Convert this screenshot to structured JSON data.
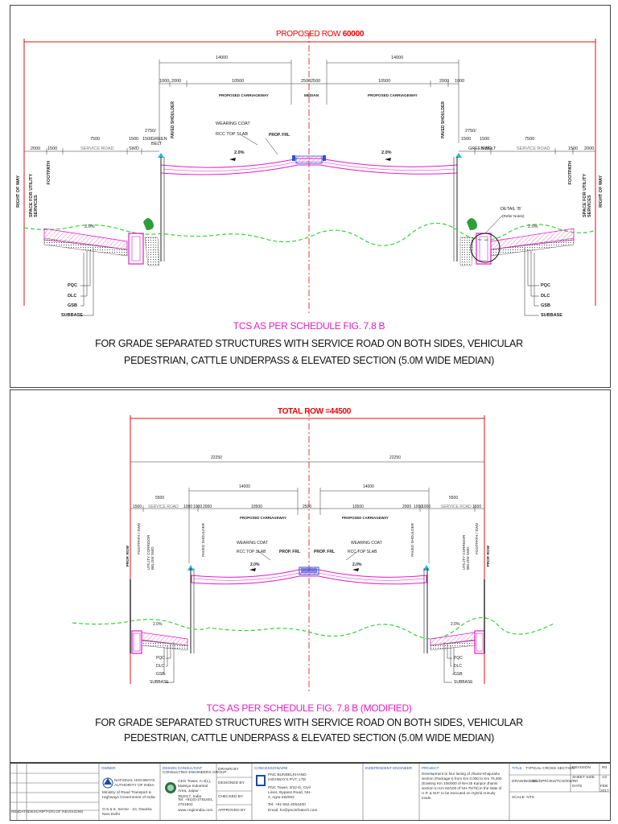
{
  "top_drawing": {
    "rows_label": "PROPOSED ROW",
    "rows_value": "60000",
    "dims_top": [
      "14000",
      "14000"
    ],
    "dims_lanes": [
      "1000",
      "2000",
      "10500",
      "2500",
      "2500",
      "10500",
      "2000",
      "1000"
    ],
    "carriageway_left": "PROPOSED CARRIAGEWAY",
    "carriageway_right": "PROPOSED CARRIAGEWAY",
    "median": "MEDIAN",
    "paved_shoulder": "PAVED SHOULDER",
    "wearing_coat": "WEARING COAT",
    "rcc_top_slab": "RCC TOP SLAB",
    "prop_frl": "PROP. FRL",
    "slope_labels": [
      "2.0%",
      "2.0%",
      "2.0%",
      "2.0%"
    ],
    "left_dims": [
      "2000",
      "1500",
      "7500",
      "1500",
      "1500",
      "2750/"
    ],
    "left_names": [
      "SERVICE ROAD",
      "SWD",
      "GREEN BELT"
    ],
    "right_dims": [
      "2750/",
      "1500",
      "1500",
      "7500",
      "1500",
      "2000"
    ],
    "right_names": [
      "GREEN BELT",
      "SWD",
      "SERVICE ROAD"
    ],
    "vertical_left": [
      "RIGHT OF WAY",
      "SPACE FOR UTILITY SERVICES",
      "FOOTPATH"
    ],
    "vertical_right": [
      "FOOTPATH",
      "SPACE FOR UTILITY SERVICES",
      "RIGHT OF WAY"
    ],
    "layers": [
      "PQC",
      "DLC",
      "GSB",
      "SUBBASE"
    ],
    "detail": "DETAIL 'B'",
    "detail_note": "(Refer Notes)"
  },
  "top_caption": {
    "schedule": "TCS AS PER SCHEDULE FIG. 7.8 B",
    "line1": "FOR GRADE SEPARATED STRUCTURES WITH SERVICE ROAD ON BOTH SIDES, VEHICULAR",
    "line2": "PEDESTRIAN, CATTLE UNDERPASS & ELEVATED SECTION (5.0M WIDE MEDIAN)"
  },
  "mid_drawing": {
    "rows_label": "TOTAL ROW =44500",
    "dims_half": [
      "22250",
      "22250"
    ],
    "dims_top": [
      "14000",
      "14000"
    ],
    "service_road": "SERVICE ROAD",
    "service_dims": [
      "1500",
      "5500",
      "5500",
      "1500"
    ],
    "lane_dims": [
      "1000",
      "1000",
      "2000",
      "10500",
      "2500",
      "10500",
      "2000",
      "1000",
      "1000"
    ],
    "carriageway": "PROPOSED CARRIAGEWAY",
    "paved_shoulder": "PAVED SHOULDER",
    "utility": "UTILITY CORRIDOR BELOW SWD",
    "footpath": "FOOTPATH / SWD",
    "wearing_coat": "WEARING COAT",
    "rcc_top_slab": "RCC TOP SLAB",
    "prop_frl": "PROP. FRL",
    "slope_labels": [
      "2.0%",
      "2.0%",
      "2.0%",
      "2.0%"
    ],
    "layers": [
      "PQC",
      "DLC",
      "GSB",
      "SUBBASE"
    ],
    "prop_row": "PROP. ROW"
  },
  "mid_caption": {
    "schedule": "TCS AS PER SCHEDULE FIG. 7.8 B (MODIFIED)",
    "line1": "FOR GRADE SEPARATED STRUCTURES WITH SERVICE ROAD ON BOTH SIDES, VEHICULAR",
    "line2": "PEDESTRIAN, CATTLE UNDERPASS & ELEVATED SECTION (5.0M WIDE MEDIAN)"
  },
  "title_block": {
    "rev": "REV",
    "date": "DATE",
    "desc": "DESCRIPTION OF REVISIONS",
    "owner_head": "OWNER",
    "owner_name": "NATIONAL HIGHWAYS AUTHORITY OF INDIA",
    "owner_sub": "Ministry of Road Transport & Highways Government of India",
    "owner_addr": "G-5 & 6, Sector - 10, Dwarka New Delhi",
    "consultant_head": "DESIGN CONSULTANT",
    "consultant_name": "CONSULTING ENGINEERS GROUP",
    "consultant_addr": "CEG Tower, A-4(L), Malviya Industrial Area, Jaipur - 302017, India",
    "consultant_tel": "Tel: +91(0)-2751601, 2751602",
    "consultant_web": "www.ceginindia.com",
    "drawn": "DRAWN BY",
    "designed": "DESIGNED BY",
    "checked": "CHECKED BY",
    "approved": "APPROVED BY",
    "concessionaire_head": "CONCESSIONAIRE",
    "concessionaire_name": "PNC BUNDELKHAND HIGHWAYS PVT. LTD",
    "concessionaire_addr": "PNC Tower, 3/22-D, Civil Lines, Bypass Road, NH-2, Agra-282002",
    "concessionaire_tel": "Tel: +91-562-4054400",
    "concessionaire_mail": "Email: ho@pncinfratech.com",
    "ie_head": "INDEPENDENT ENGINEER",
    "project_head": "PROJECT",
    "project_text": "Development to four laning of Jhansi-Khajuraho section (Package-I) from Km 0.000 to Km 76.300 (Existing Km 106/000 of NH-25 Kanpur-Jhansi section to Km 82/100 of NH-75/76) in the state of U.P. & M.P. to be executed on Hybrid Annuity mode.",
    "title_head": "TITLE",
    "title_text": "TYPICAL CROSS SECTION",
    "drawing_no_label": "DRAWING NO.",
    "drawing_no": "CEG/DPR/JKH/TCS/004/R0",
    "scale": "SCALE: NTS",
    "revision_label": "REVISION",
    "revision": "R0",
    "sheet_label": "SHEET SIZE",
    "sheet": "A3",
    "date_label": "DATE",
    "date_val": "FEB 2017"
  },
  "colors": {
    "magenta": "#e61cc8",
    "red": "#e01010",
    "green": "#36d436",
    "cyan": "#22b8e0",
    "black": "#222222",
    "blue": "#2a4fd8"
  }
}
